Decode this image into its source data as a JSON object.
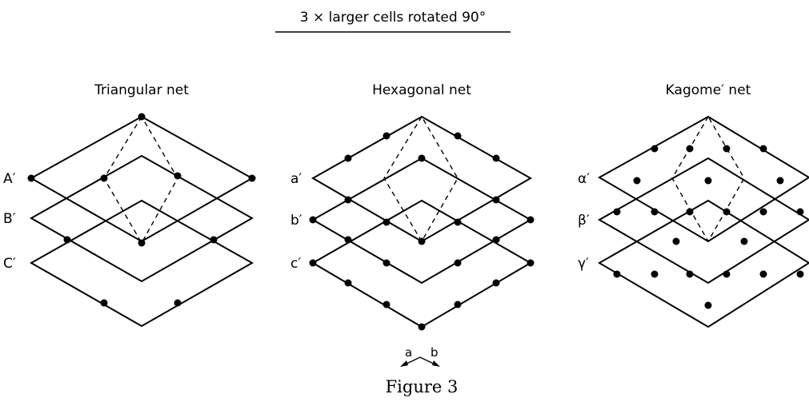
{
  "header": {
    "title": "3 × larger cells rotated 90°"
  },
  "panels": [
    {
      "title": "Triangular net",
      "layers": [
        "A′",
        "B′",
        "C′"
      ]
    },
    {
      "title": "Hexagonal net",
      "layers": [
        "a′",
        "b′",
        "c′"
      ]
    },
    {
      "title": "Kagome′ net",
      "layers": [
        "α′",
        "β′",
        "γ′"
      ]
    }
  ],
  "axes": {
    "a": "a",
    "b": "b"
  },
  "caption": "Figure 3"
}
